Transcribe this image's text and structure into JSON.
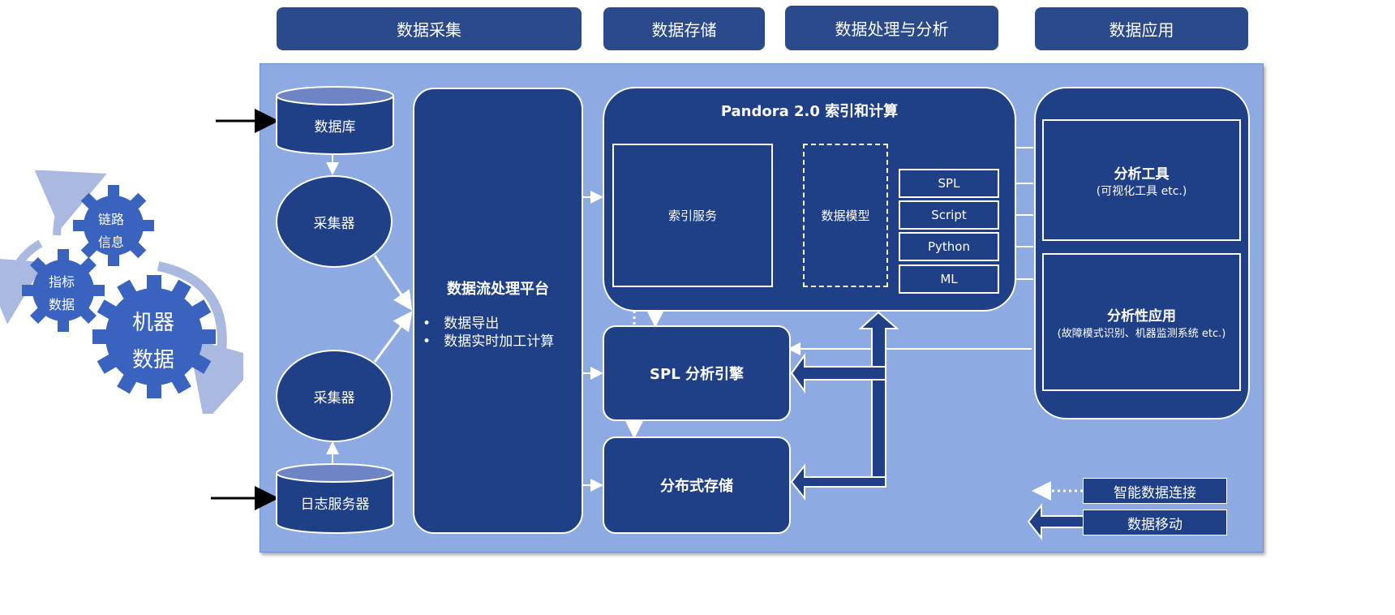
{
  "headers": {
    "collect": "数据采集",
    "storage": "数据存储",
    "processing": "数据处理与分析",
    "application": "数据应用"
  },
  "gears": {
    "small_top": [
      "链路",
      "信息"
    ],
    "small_left": [
      "指标",
      "数据"
    ],
    "big": [
      "机器",
      "数据"
    ]
  },
  "sources": {
    "database": "数据库",
    "collector_top": "采集器",
    "collector_bottom": "采集器",
    "log_server": "日志服务器"
  },
  "stream_platform": {
    "title": "数据流处理平台",
    "bullets": [
      "数据导出",
      "数据实时加工计算"
    ]
  },
  "pandora": {
    "title": "Pandora 2.0 索引和计算",
    "index_service": "索引服务",
    "data_model": "数据模型",
    "languages": [
      "SPL",
      "Script",
      "Python",
      "ML"
    ]
  },
  "spl_engine": "SPL 分析引擎",
  "distributed_storage": "分布式存储",
  "applications": {
    "tools_title": "分析工具",
    "tools_sub": "(可视化工具 etc.)",
    "apps_title": "分析性应用",
    "apps_sub": "(故障模式识别、机器监测系统 etc.)"
  },
  "legend": {
    "smart_link": "智能数据连接",
    "data_move": "数据移动"
  },
  "colors": {
    "header_navy": "#2a4a8c",
    "panel_blue": "#8daae3",
    "box_navy": "#1f3f86",
    "gear_blue": "#3a63c0",
    "arc_light": "#a9b9e0"
  }
}
